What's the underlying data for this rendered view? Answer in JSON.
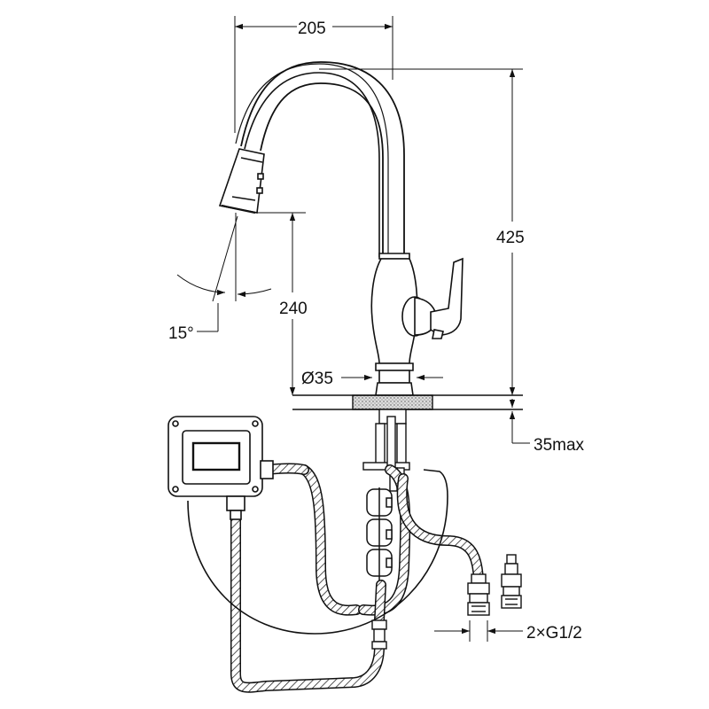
{
  "drawing": {
    "dimensions": {
      "reach": "205",
      "height": "425",
      "spout_clearance": "240",
      "swivel_angle": "15°",
      "base_diameter": "Ø35",
      "deck_thickness": "35max",
      "connections": "2×G1/2"
    }
  },
  "colors": {
    "line": "#111111",
    "background": "#ffffff"
  }
}
